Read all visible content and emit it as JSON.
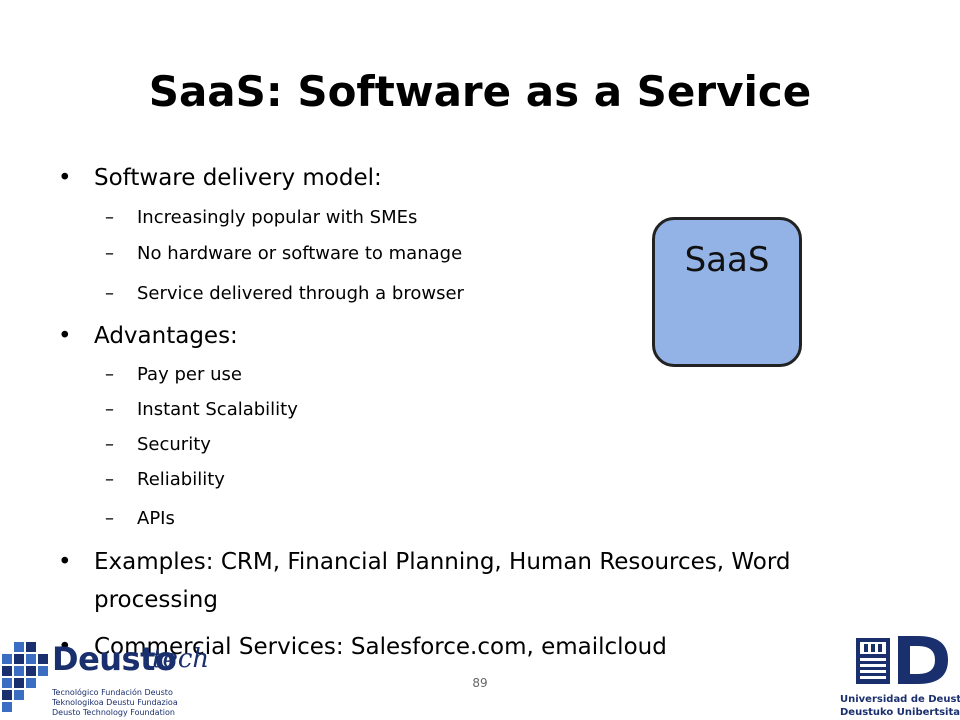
{
  "slide": {
    "title": "SaaS: Software as a Service",
    "page_number": "89"
  },
  "bullets": {
    "delivery_model": {
      "label": "Software delivery model:",
      "items": [
        "Increasingly popular with SMEs",
        "No hardware or software to manage",
        "Service delivered through a browser"
      ]
    },
    "advantages": {
      "label": "Advantages:",
      "items": [
        "Pay per use",
        "Instant Scalability",
        "Security",
        "Reliability",
        "APIs"
      ]
    },
    "examples": {
      "line1": "Examples: CRM, Financial Planning, Human Resources, Word",
      "line2": "processing"
    },
    "commercial": {
      "label": "Commercial Services: Salesforce.com, emailcloud"
    }
  },
  "diagram": {
    "box_label": "SaaS",
    "box_color": "#93b3e6"
  },
  "logos": {
    "deustotech": {
      "word": "Deusto",
      "tech": "tech",
      "line1": "Tecnológico Fundación Deusto",
      "line2": "Teknologikoa Deustu Fundazioa",
      "line3": "Deusto Technology Foundation"
    },
    "university": {
      "line1": "Universidad de Deusto",
      "line2": "Deustuko Unibertsitatea"
    }
  }
}
